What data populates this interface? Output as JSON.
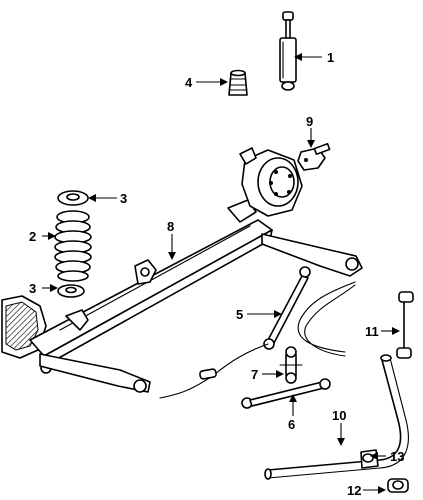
{
  "callouts": [
    {
      "id": "c1",
      "number": "1"
    },
    {
      "id": "c2",
      "number": "2"
    },
    {
      "id": "c3a",
      "number": "3"
    },
    {
      "id": "c3b",
      "number": "3"
    },
    {
      "id": "c4",
      "number": "4"
    },
    {
      "id": "c5",
      "number": "5"
    },
    {
      "id": "c6",
      "number": "6"
    },
    {
      "id": "c7",
      "number": "7"
    },
    {
      "id": "c8",
      "number": "8"
    },
    {
      "id": "c9",
      "number": "9"
    },
    {
      "id": "c10",
      "number": "10"
    },
    {
      "id": "c11",
      "number": "11"
    },
    {
      "id": "c12",
      "number": "12"
    },
    {
      "id": "c13",
      "number": "13"
    }
  ]
}
